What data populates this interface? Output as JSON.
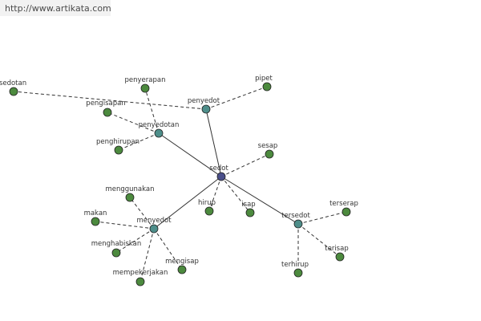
{
  "watermark": {
    "text": "http://www.artikata.com"
  },
  "colors": {
    "root": "#4a4f8a",
    "hub": "#4e8e8a",
    "leaf": "#4c8a3e",
    "edge": "#333333"
  },
  "graph": {
    "nodes": [
      {
        "id": "sedot",
        "label": "sedot",
        "kind": "root"
      },
      {
        "id": "penyedot",
        "label": "penyedot",
        "kind": "hub"
      },
      {
        "id": "penyedotan",
        "label": "penyedotan",
        "kind": "hub"
      },
      {
        "id": "menyedot",
        "label": "menyedot",
        "kind": "hub"
      },
      {
        "id": "tersedot",
        "label": "tersedot",
        "kind": "hub"
      },
      {
        "id": "pipet",
        "label": "pipet",
        "kind": "leaf"
      },
      {
        "id": "sesap",
        "label": "sesap",
        "kind": "leaf"
      },
      {
        "id": "hirup",
        "label": "hirup",
        "kind": "leaf"
      },
      {
        "id": "isap",
        "label": "isap",
        "kind": "leaf"
      },
      {
        "id": "penyerapan",
        "label": "penyerapan",
        "kind": "leaf"
      },
      {
        "id": "pengisapan",
        "label": "pengisapan",
        "kind": "leaf"
      },
      {
        "id": "penghirupan",
        "label": "penghirupan",
        "kind": "leaf"
      },
      {
        "id": "sedotan",
        "label": "sedotan",
        "kind": "leaf"
      },
      {
        "id": "menggunakan",
        "label": "menggunakan",
        "kind": "leaf"
      },
      {
        "id": "makan",
        "label": "makan",
        "kind": "leaf"
      },
      {
        "id": "menghabiskan",
        "label": "menghabiskan",
        "kind": "leaf"
      },
      {
        "id": "mempekerjakan",
        "label": "mempekerjakan",
        "kind": "leaf"
      },
      {
        "id": "mengisap",
        "label": "mengisap",
        "kind": "leaf"
      },
      {
        "id": "terserap",
        "label": "terserap",
        "kind": "leaf"
      },
      {
        "id": "terisap",
        "label": "terisap",
        "kind": "leaf"
      },
      {
        "id": "terhirup",
        "label": "terhirup",
        "kind": "leaf"
      }
    ],
    "edges": [
      {
        "from": "sedot",
        "to": "penyedot",
        "style": "solid"
      },
      {
        "from": "sedot",
        "to": "penyedotan",
        "style": "solid"
      },
      {
        "from": "sedot",
        "to": "menyedot",
        "style": "solid"
      },
      {
        "from": "sedot",
        "to": "tersedot",
        "style": "solid"
      },
      {
        "from": "sedot",
        "to": "sesap",
        "style": "dashed"
      },
      {
        "from": "sedot",
        "to": "hirup",
        "style": "dashed"
      },
      {
        "from": "sedot",
        "to": "isap",
        "style": "dashed"
      },
      {
        "from": "penyedot",
        "to": "pipet",
        "style": "dashed"
      },
      {
        "from": "penyedot",
        "to": "sedotan",
        "style": "dashed"
      },
      {
        "from": "penyedotan",
        "to": "penyerapan",
        "style": "dashed"
      },
      {
        "from": "penyedotan",
        "to": "pengisapan",
        "style": "dashed"
      },
      {
        "from": "penyedotan",
        "to": "penghirupan",
        "style": "dashed"
      },
      {
        "from": "menyedot",
        "to": "menggunakan",
        "style": "dashed"
      },
      {
        "from": "menyedot",
        "to": "makan",
        "style": "dashed"
      },
      {
        "from": "menyedot",
        "to": "menghabiskan",
        "style": "dashed"
      },
      {
        "from": "menyedot",
        "to": "mempekerjakan",
        "style": "dashed"
      },
      {
        "from": "menyedot",
        "to": "mengisap",
        "style": "dashed"
      },
      {
        "from": "tersedot",
        "to": "terserap",
        "style": "dashed"
      },
      {
        "from": "tersedot",
        "to": "terisap",
        "style": "dashed"
      },
      {
        "from": "tersedot",
        "to": "terhirup",
        "style": "dashed"
      }
    ]
  }
}
